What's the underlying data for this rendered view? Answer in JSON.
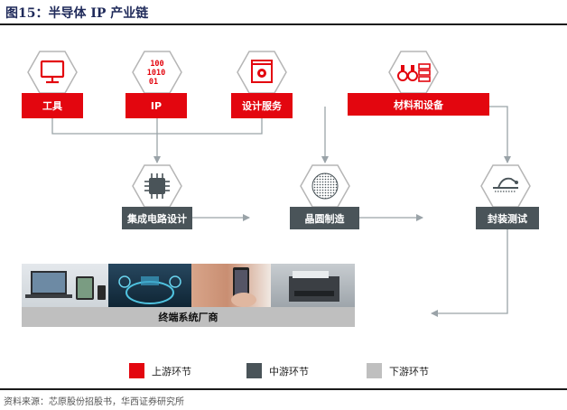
{
  "figure_title": "图15：半导体 IP 产业链",
  "nodes": {
    "tools": {
      "label": "工具",
      "icon": "monitor-icon"
    },
    "ip": {
      "label": "IP",
      "icon": "binary-code-icon",
      "icon_text": [
        "100",
        "1010",
        "01"
      ]
    },
    "design_service": {
      "label": "设计服务",
      "icon": "settings-window-icon"
    },
    "materials": {
      "label": "材料和设备",
      "icon": "binoculars-server-icon"
    },
    "ic_design": {
      "label": "集成电路设计",
      "icon": "chip-icon"
    },
    "wafer": {
      "label": "晶圆制造",
      "icon": "wafer-icon"
    },
    "packaging": {
      "label": "封装测试",
      "icon": "probe-test-icon"
    },
    "end_user": {
      "label": "终端系统厂商"
    }
  },
  "legend": [
    {
      "label": "上游环节",
      "color": "#e3060f"
    },
    {
      "label": "中游环节",
      "color": "#4a5459"
    },
    {
      "label": "下游环节",
      "color": "#bfbfbf"
    }
  ],
  "colors": {
    "upstream": "#e3060f",
    "midstream": "#4a5459",
    "downstream": "#bfbfbf",
    "connector": "#9aa3a8"
  },
  "source_note": "资料来源：芯原股份招股书，华西证券研究所"
}
